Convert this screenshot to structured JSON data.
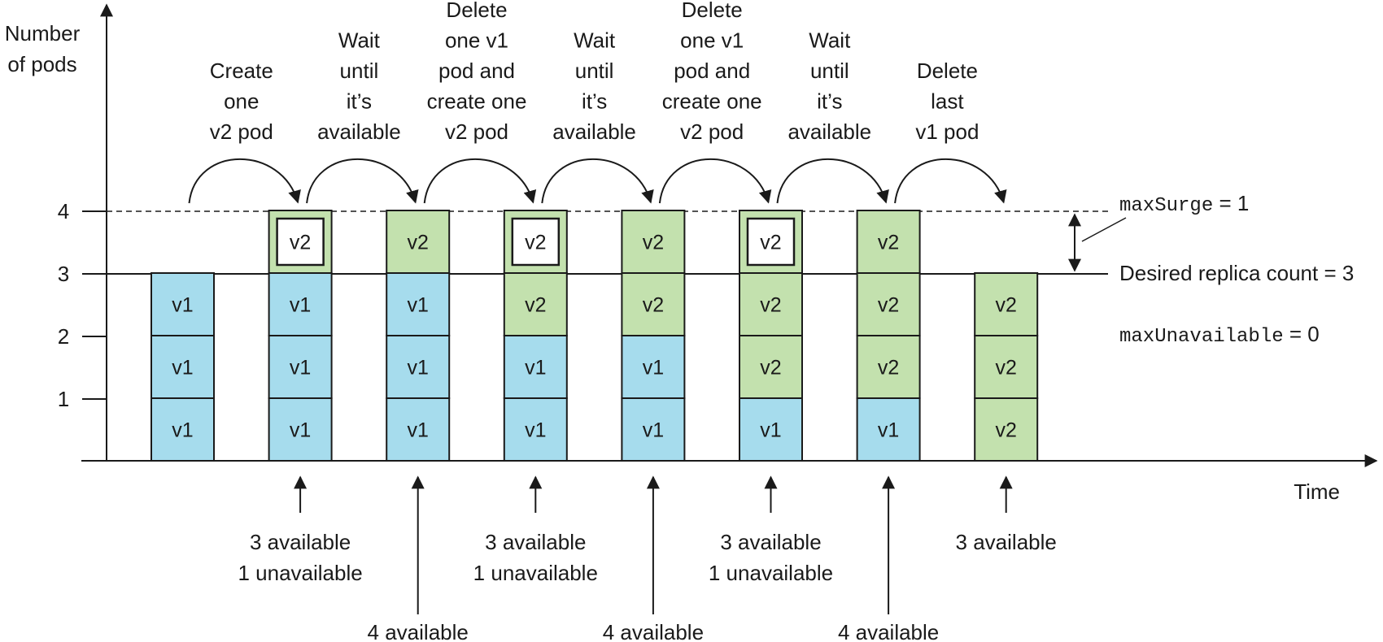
{
  "axis": {
    "y_title": [
      "Number",
      "of pods"
    ],
    "y_ticks": [
      "1",
      "2",
      "3",
      "4"
    ],
    "x_title": "Time"
  },
  "colors": {
    "v1": "#a6dced",
    "v2": "#c3e1ae",
    "unavailable_fill": "#ffffff",
    "stroke": "#1a1a1a"
  },
  "steps": [
    [
      "Create",
      "one",
      "v2 pod"
    ],
    [
      "Wait",
      "until",
      "it’s",
      "available"
    ],
    [
      "Delete",
      "one v1",
      "pod and",
      "create one",
      "v2 pod"
    ],
    [
      "Wait",
      "until",
      "it’s",
      "available"
    ],
    [
      "Delete",
      "one v1",
      "pod and",
      "create one",
      "v2 pod"
    ],
    [
      "Wait",
      "until",
      "it’s",
      "available"
    ],
    [
      "Delete",
      "last",
      "v1 pod"
    ]
  ],
  "columns": [
    {
      "pods": [
        {
          "v": "v1"
        },
        {
          "v": "v1"
        },
        {
          "v": "v1"
        }
      ]
    },
    {
      "pods": [
        {
          "v": "v1"
        },
        {
          "v": "v1"
        },
        {
          "v": "v1"
        },
        {
          "v": "v2",
          "unavailable": true
        }
      ],
      "status": [
        "3 available",
        "1 unavailable"
      ]
    },
    {
      "pods": [
        {
          "v": "v1"
        },
        {
          "v": "v1"
        },
        {
          "v": "v1"
        },
        {
          "v": "v2"
        }
      ],
      "status": [
        "4 available"
      ]
    },
    {
      "pods": [
        {
          "v": "v1"
        },
        {
          "v": "v1"
        },
        {
          "v": "v2"
        },
        {
          "v": "v2",
          "unavailable": true
        }
      ],
      "status": [
        "3 available",
        "1 unavailable"
      ]
    },
    {
      "pods": [
        {
          "v": "v1"
        },
        {
          "v": "v1"
        },
        {
          "v": "v2"
        },
        {
          "v": "v2"
        }
      ],
      "status": [
        "4 available"
      ]
    },
    {
      "pods": [
        {
          "v": "v1"
        },
        {
          "v": "v2"
        },
        {
          "v": "v2"
        },
        {
          "v": "v2",
          "unavailable": true
        }
      ],
      "status": [
        "3 available",
        "1 unavailable"
      ]
    },
    {
      "pods": [
        {
          "v": "v1"
        },
        {
          "v": "v2"
        },
        {
          "v": "v2"
        },
        {
          "v": "v2"
        }
      ],
      "status": [
        "4 available"
      ]
    },
    {
      "pods": [
        {
          "v": "v2"
        },
        {
          "v": "v2"
        },
        {
          "v": "v2"
        }
      ],
      "status": [
        "3 available"
      ]
    }
  ],
  "annotations": {
    "max_surge_code": "maxSurge",
    "max_surge_value": " = 1",
    "desired": "Desired replica count = 3",
    "max_unavailable_code": "maxUnavailable",
    "max_unavailable_value": " = 0"
  }
}
